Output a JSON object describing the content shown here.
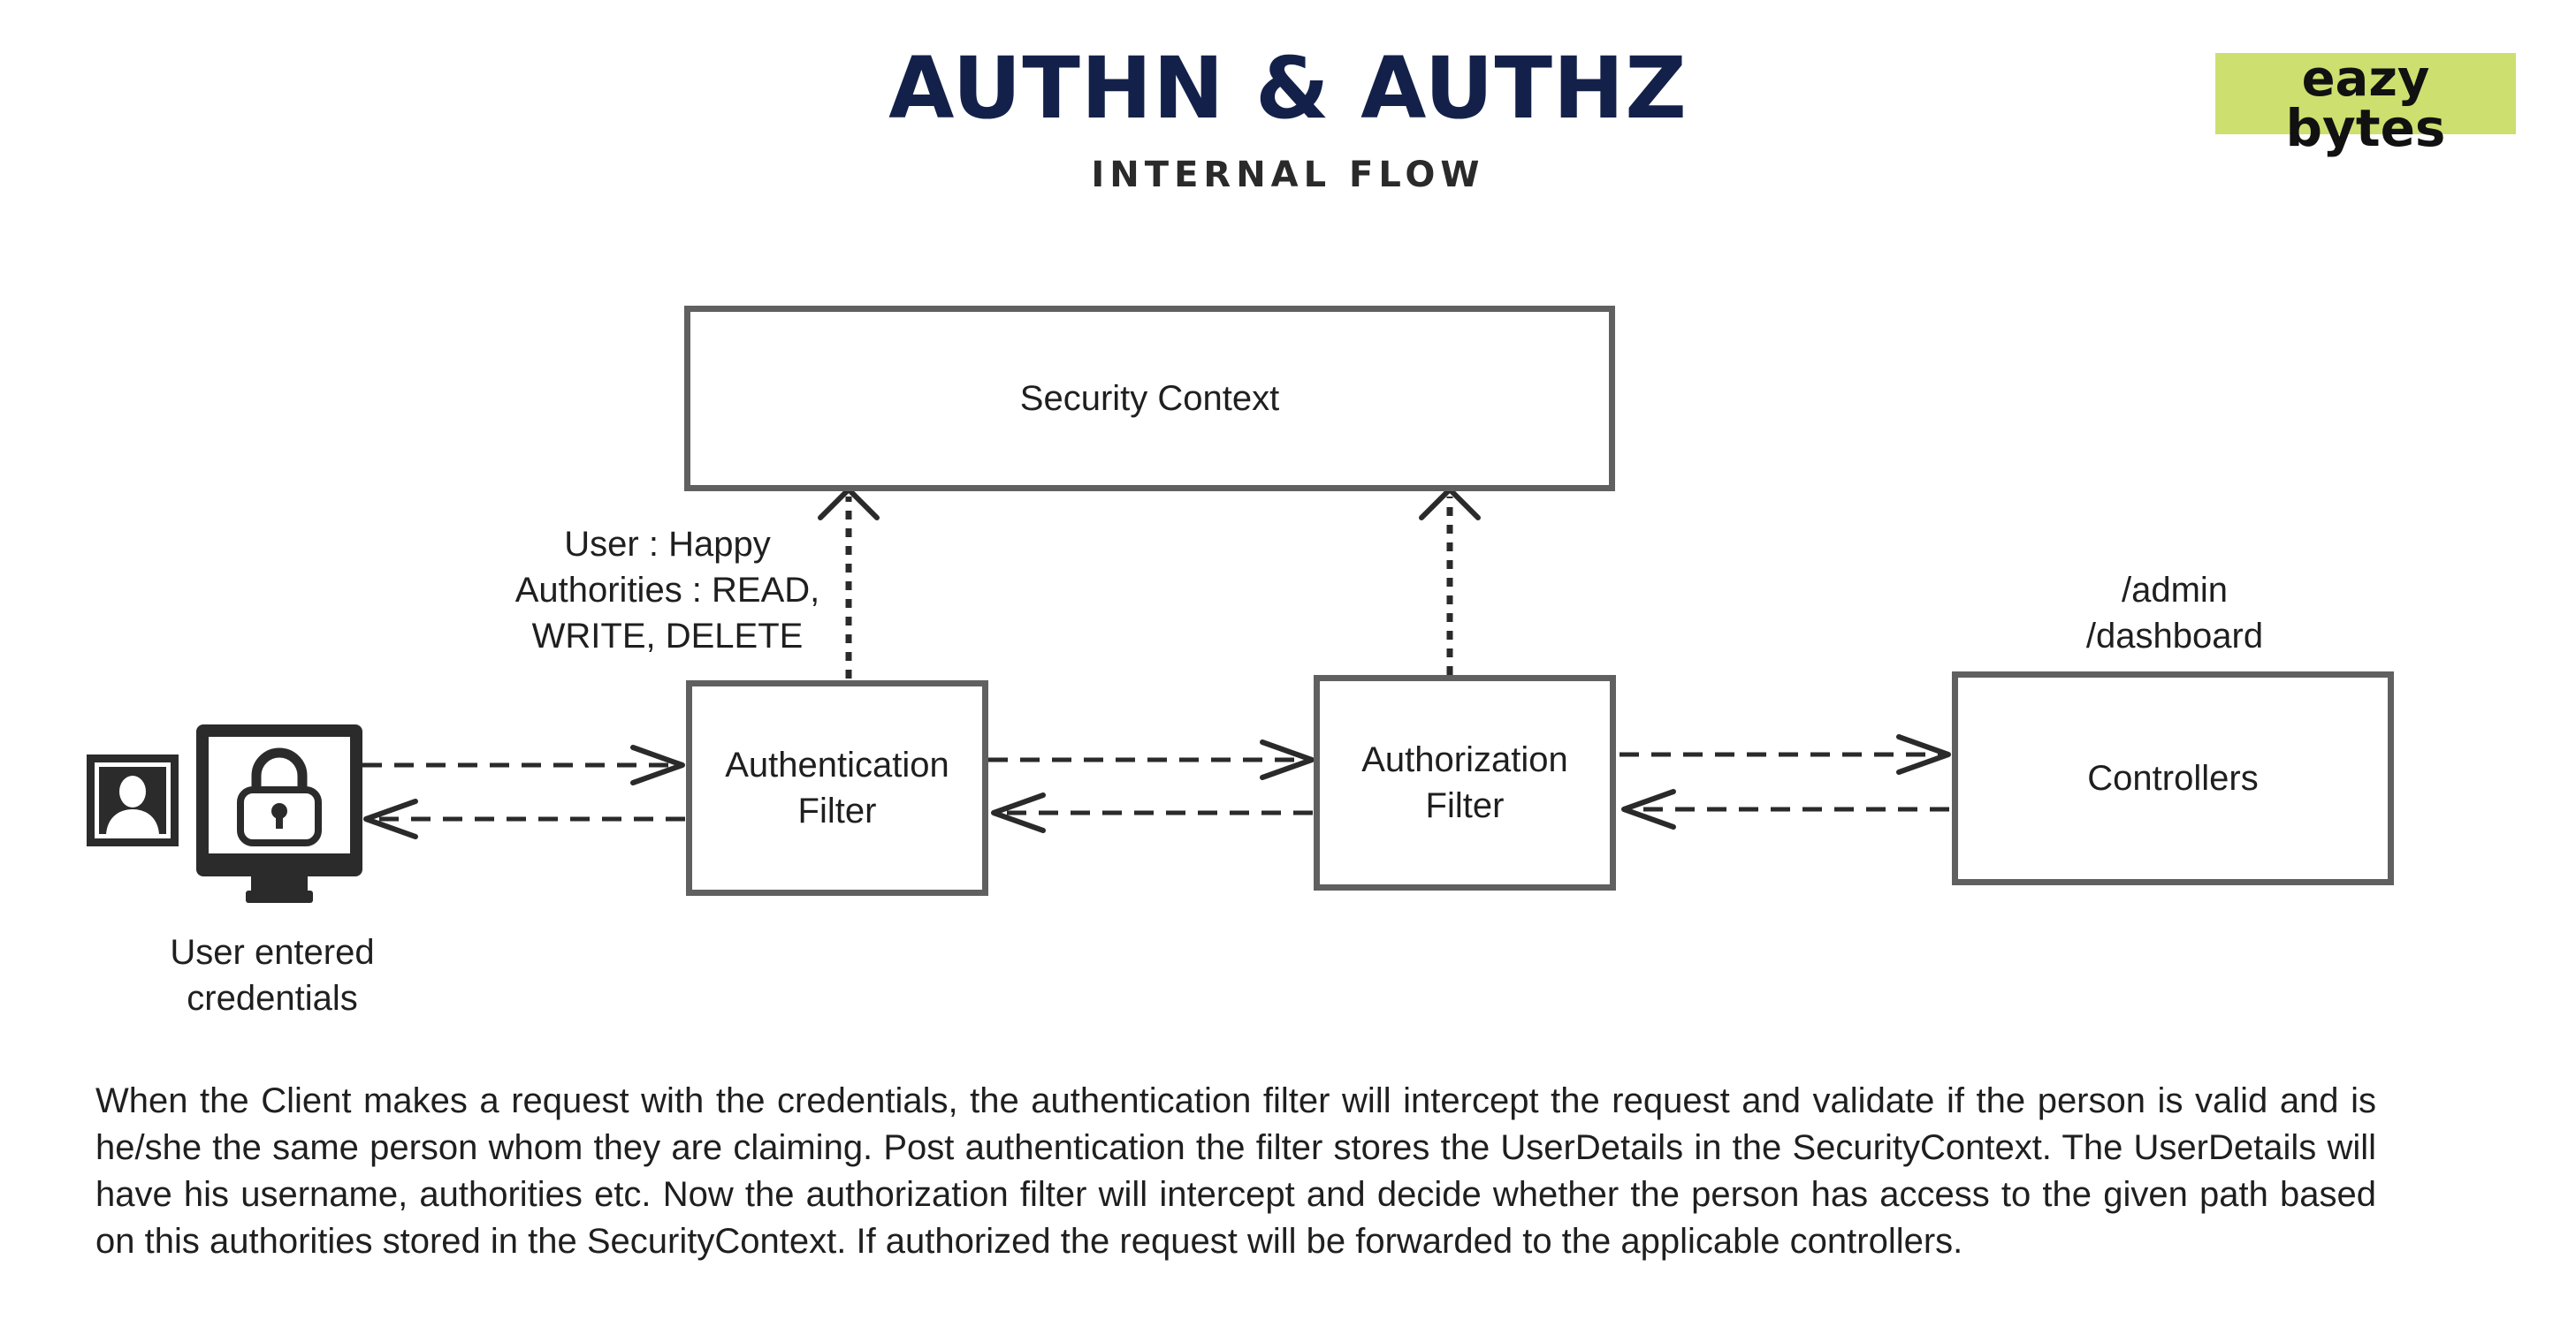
{
  "header": {
    "title": "AUTHN & AUTHZ",
    "subtitle": "INTERNAL FLOW",
    "logo_line1": "eazy",
    "logo_line2": "bytes"
  },
  "diagram": {
    "security_context": "Security Context",
    "auth_filter_line1": "Authentication",
    "auth_filter_line2": "Filter",
    "authz_filter_line1": "Authorization",
    "authz_filter_line2": "Filter",
    "controllers": "Controllers",
    "user_label_line1": "User : Happy",
    "user_label_line2": "Authorities : READ,",
    "user_label_line3": "WRITE, DELETE",
    "path_line1": "/admin",
    "path_line2": "/dashboard",
    "client_label_line1": "User entered",
    "client_label_line2": "credentials",
    "icons": [
      "user-icon",
      "monitor-lock-icon"
    ]
  },
  "description": "When the Client makes a request with the credentials, the authentication filter will intercept the request and validate if the person is valid and is he/she the same person whom they are claiming. Post authentication the filter stores the UserDetails in the SecurityContext. The UserDetails will have his username, authorities etc. Now the authorization filter will intercept and decide whether the person has access to the given path based on this authorities stored in the SecurityContext. If authorized the request will be forwarded to the applicable controllers."
}
